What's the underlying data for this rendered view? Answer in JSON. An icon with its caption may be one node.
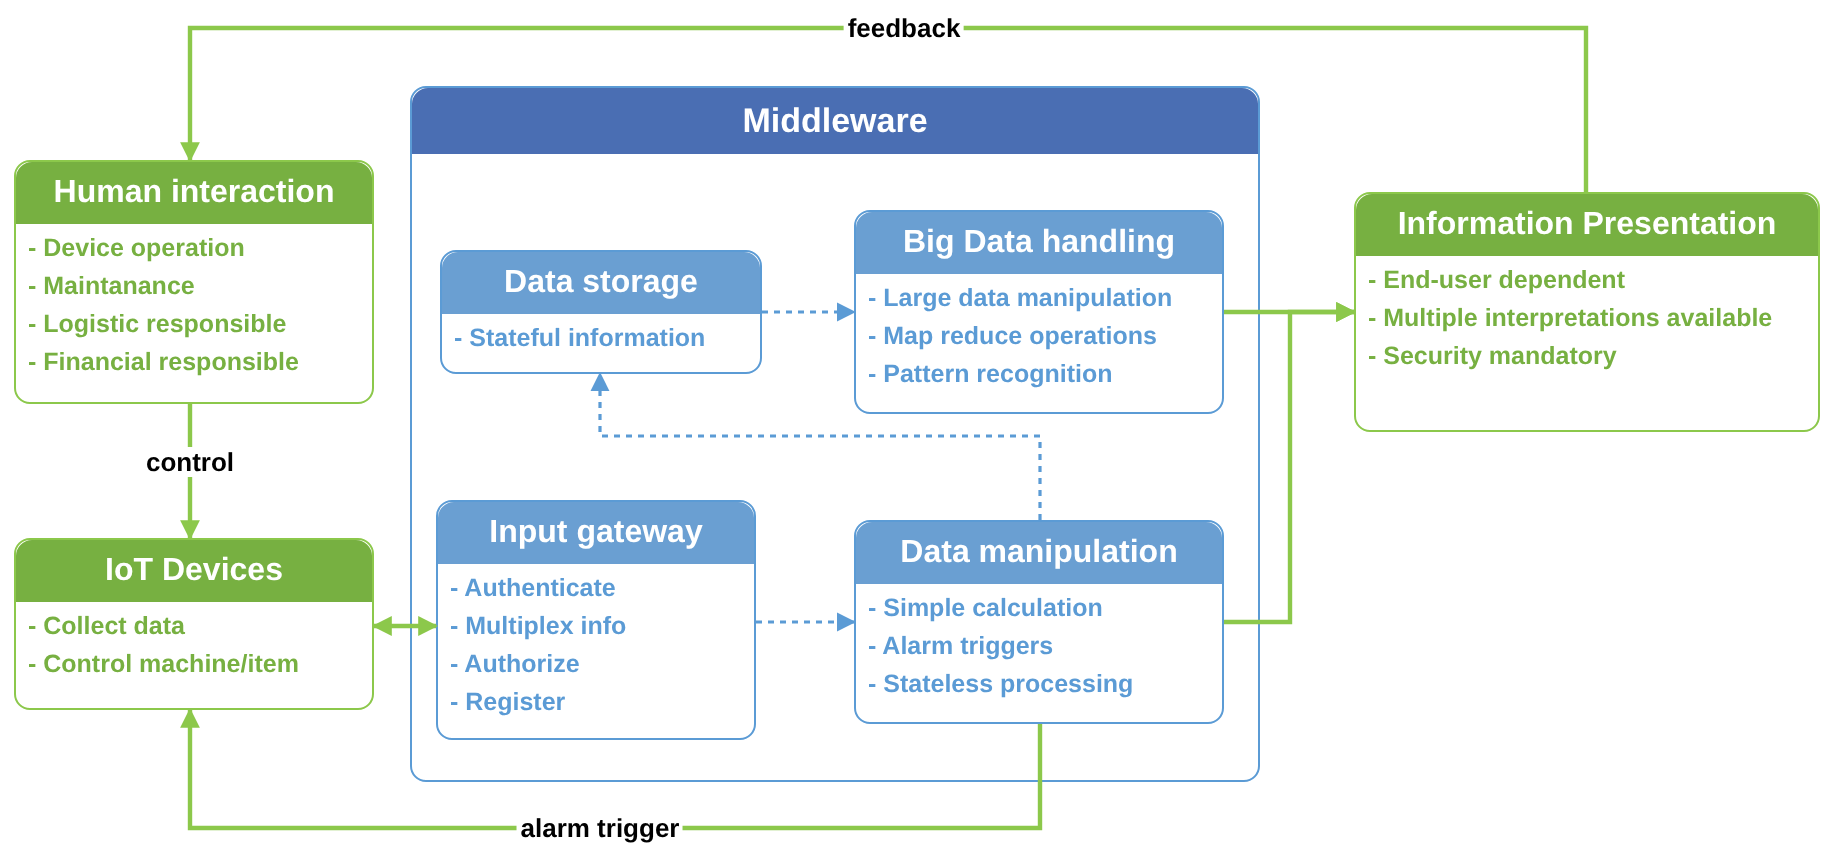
{
  "diagram": {
    "nodes": [
      {
        "text": [
          "Human interaction",
          "- Device operation",
          "- Maintanance",
          "- Logistic responsible",
          "- Financial responsible"
        ]
      },
      {
        "text": [
          "IoT Devices",
          "- Collect data",
          "- Control machine/item"
        ]
      },
      {
        "text": [
          "Middleware"
        ]
      },
      {
        "text": [
          "Data storage",
          "- Stateful information"
        ],
        "in": 2
      },
      {
        "text": [
          "Big Data handling",
          "- Large data manipulation",
          "- Map reduce operations",
          "- Pattern recognition"
        ],
        "in": 2
      },
      {
        "text": [
          "Input gateway",
          "- Authenticate",
          "- Multiplex info",
          "- Authorize",
          "- Register"
        ],
        "in": 2
      },
      {
        "text": [
          "Data manipulation",
          "- Simple calculation",
          "- Alarm triggers",
          "- Stateless processing"
        ],
        "in": 2
      },
      {
        "text": [
          "Information Presentation",
          "- End-user dependent",
          "- Multiple interpretations available",
          "- Security mandatory"
        ]
      }
    ],
    "edges": [
      {
        "from": 7,
        "to": 0,
        "arrow": "to",
        "label": "feedback"
      },
      {
        "from": 0,
        "to": 1,
        "arrow": "to",
        "label": "control"
      },
      {
        "from": 1,
        "to": 5,
        "arrow": "both"
      },
      {
        "from": 6,
        "to": 1,
        "arrow": "to",
        "label": "alarm trigger"
      },
      {
        "from": 3,
        "to": 4,
        "arrow": "to",
        "style": "dashed",
        "color": "#5b9bd5"
      },
      {
        "from": 5,
        "to": 6,
        "arrow": "to",
        "style": "dashed",
        "color": "#5b9bd5"
      },
      {
        "from": 6,
        "to": 3,
        "arrow": "to",
        "style": "dashed",
        "color": "#5b9bd5"
      },
      {
        "from": 4,
        "to": 7,
        "arrow": "to"
      },
      {
        "from": 6,
        "to": 7,
        "arrow": "to"
      }
    ]
  }
}
